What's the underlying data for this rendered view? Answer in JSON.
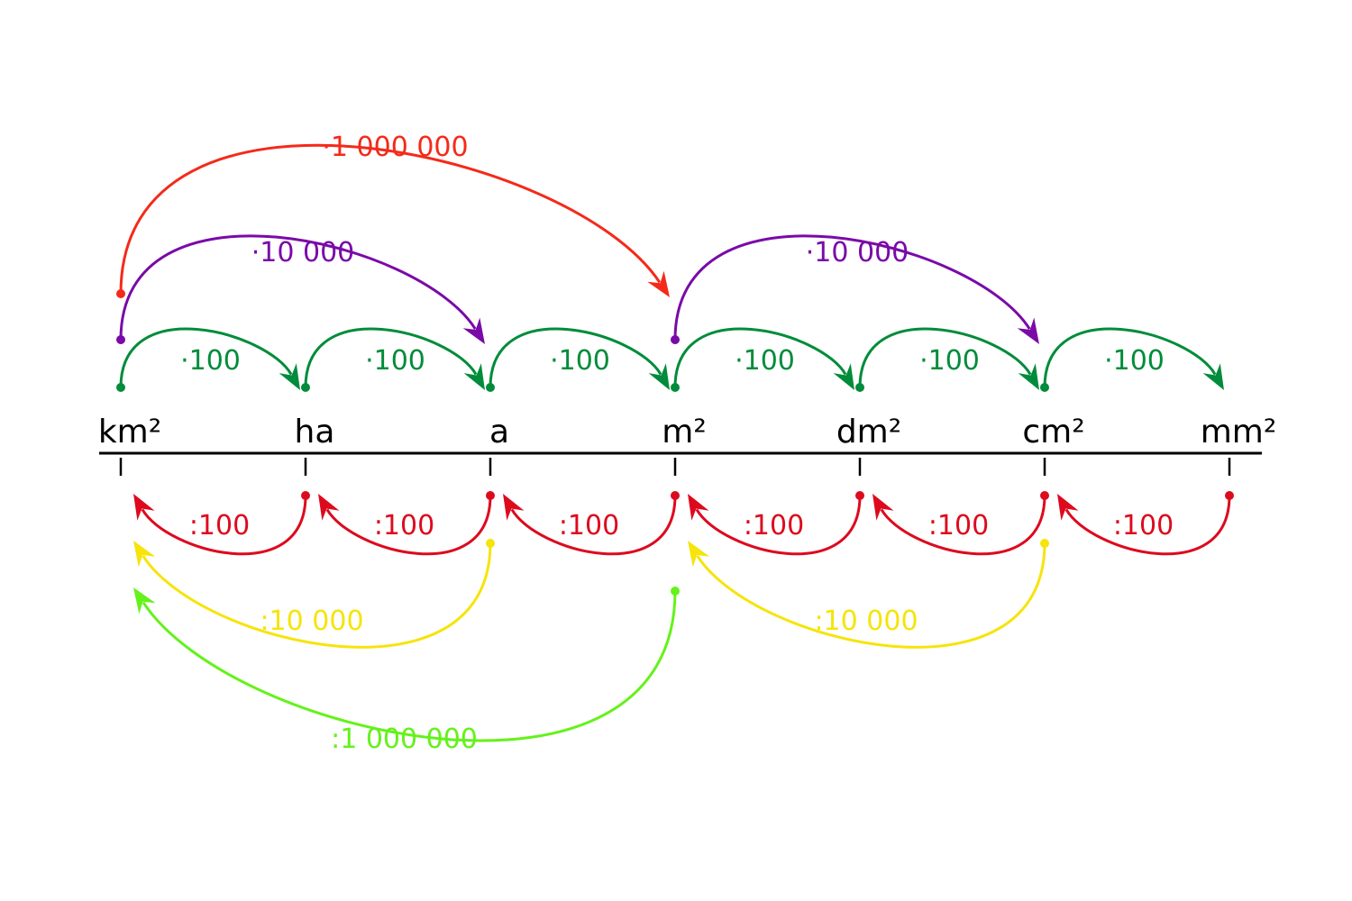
{
  "units": [
    "km²",
    "ha",
    "a",
    "m²",
    "dm²",
    "cm²",
    "mm²"
  ],
  "colors": {
    "axis": "#000000",
    "multiply_100": "#008c3a",
    "multiply_10000": "#7a0aa8",
    "multiply_1000000": "#f42a1a",
    "divide_100": "#dd0a1e",
    "divide_10000": "#f6e40a",
    "divide_1000000": "#64f21a"
  },
  "multiply_arrows": [
    {
      "from": 0,
      "to": 1,
      "label": "·100",
      "color_key": "multiply_100"
    },
    {
      "from": 1,
      "to": 2,
      "label": "·100",
      "color_key": "multiply_100"
    },
    {
      "from": 2,
      "to": 3,
      "label": "·100",
      "color_key": "multiply_100"
    },
    {
      "from": 3,
      "to": 4,
      "label": "·100",
      "color_key": "multiply_100"
    },
    {
      "from": 4,
      "to": 5,
      "label": "·100",
      "color_key": "multiply_100"
    },
    {
      "from": 5,
      "to": 6,
      "label": "·100",
      "color_key": "multiply_100"
    },
    {
      "from": 0,
      "to": 2,
      "label": "·10 000",
      "color_key": "multiply_10000"
    },
    {
      "from": 3,
      "to": 5,
      "label": "·10 000",
      "color_key": "multiply_10000"
    },
    {
      "from": 0,
      "to": 3,
      "label": "·1 000 000",
      "color_key": "multiply_1000000"
    }
  ],
  "divide_arrows": [
    {
      "from": 1,
      "to": 0,
      "label": ":100",
      "color_key": "divide_100"
    },
    {
      "from": 2,
      "to": 1,
      "label": ":100",
      "color_key": "divide_100"
    },
    {
      "from": 3,
      "to": 2,
      "label": ":100",
      "color_key": "divide_100"
    },
    {
      "from": 4,
      "to": 3,
      "label": ":100",
      "color_key": "divide_100"
    },
    {
      "from": 5,
      "to": 4,
      "label": ":100",
      "color_key": "divide_100"
    },
    {
      "from": 6,
      "to": 5,
      "label": ":100",
      "color_key": "divide_100"
    },
    {
      "from": 2,
      "to": 0,
      "label": ":10 000",
      "color_key": "divide_10000"
    },
    {
      "from": 5,
      "to": 3,
      "label": ":10 000",
      "color_key": "divide_10000"
    },
    {
      "from": 3,
      "to": 0,
      "label": ":1 000 000",
      "color_key": "divide_1000000"
    }
  ]
}
